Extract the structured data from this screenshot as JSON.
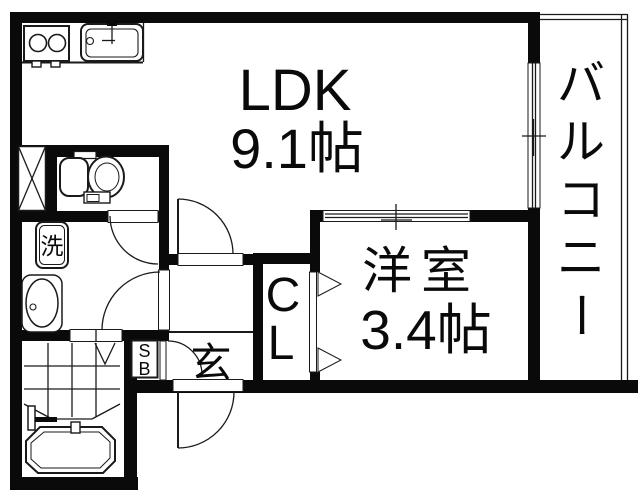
{
  "floorplan": {
    "rooms": {
      "ldk": {
        "label": "LDK",
        "area": "9.1帖"
      },
      "western_room": {
        "label": "洋室",
        "area": "3.4帖"
      },
      "balcony": {
        "label": "バルコニー",
        "label_chars": [
          "バ",
          "ル",
          "コ",
          "ニ",
          "ー"
        ]
      },
      "closet": {
        "label": "CL",
        "label_chars": [
          "C",
          "L"
        ]
      },
      "entrance": {
        "label": "玄"
      },
      "shoe_box": {
        "label": "SB",
        "label_chars": [
          "S",
          "B"
        ]
      },
      "laundry": {
        "label": "洗"
      }
    },
    "colors": {
      "wall": "#0a0a0a",
      "floor": "#ffffff"
    }
  }
}
